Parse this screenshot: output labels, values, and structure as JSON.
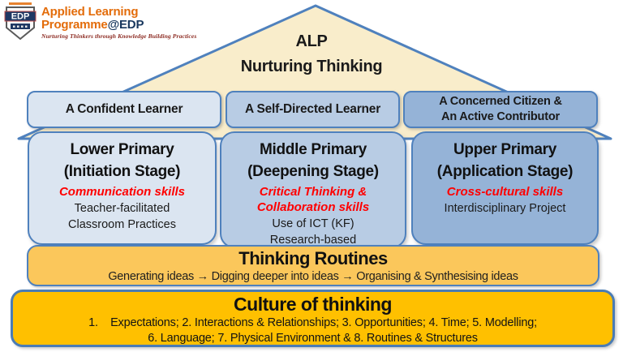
{
  "colors": {
    "border_blue": "#4F81BD",
    "roof_fill": "#F9EDCB",
    "outcome_light_blue": "#DBE5F1",
    "outcome_mid_blue": "#B8CCE4",
    "outcome_dark_blue": "#95B3D7",
    "routines_gold": "#FBC75B",
    "culture_amber": "#FFC000",
    "skills_red": "#FF0000",
    "logo_orange": "#E36C0A",
    "logo_navy": "#17365D"
  },
  "logo": {
    "shield_label": "EDP",
    "name_line1": "Applied Learning",
    "name_line2_part1": "Programme",
    "name_line2_part2": "@EDP",
    "tagline": "Nurturing Thinkers through Knowledge Building Practices"
  },
  "roof": {
    "line1": "ALP",
    "line2": "Nurturing Thinking"
  },
  "outcomes": [
    {
      "label": "A Confident Learner"
    },
    {
      "label": "A Self-Directed Learner"
    },
    {
      "label": "A Concerned Citizen &\nAn Active Contributor"
    }
  ],
  "stages": [
    {
      "title": "Lower Primary\n(Initiation Stage)",
      "skills": "Communication skills",
      "practices": "Teacher-facilitated\nClassroom Practices"
    },
    {
      "title": "Middle Primary\n(Deepening Stage)",
      "skills": "Critical Thinking &\nCollaboration skills",
      "practices": "Use of ICT (KF)\nResearch-based"
    },
    {
      "title": "Upper Primary\n(Application Stage)",
      "skills": "Cross-cultural skills",
      "practices": "Interdisciplinary Project"
    }
  ],
  "thinking_routines": {
    "title": "Thinking Routines",
    "subtitle": "Generating ideas → Digging deeper into ideas → Organising & Synthesising ideas"
  },
  "culture": {
    "title": "Culture of thinking",
    "line1": "1.    Expectations; 2. Interactions & Relationships; 3. Opportunities; 4. Time; 5. Modelling;",
    "line2": "6. Language; 7. Physical Environment & 8. Routines & Structures"
  }
}
